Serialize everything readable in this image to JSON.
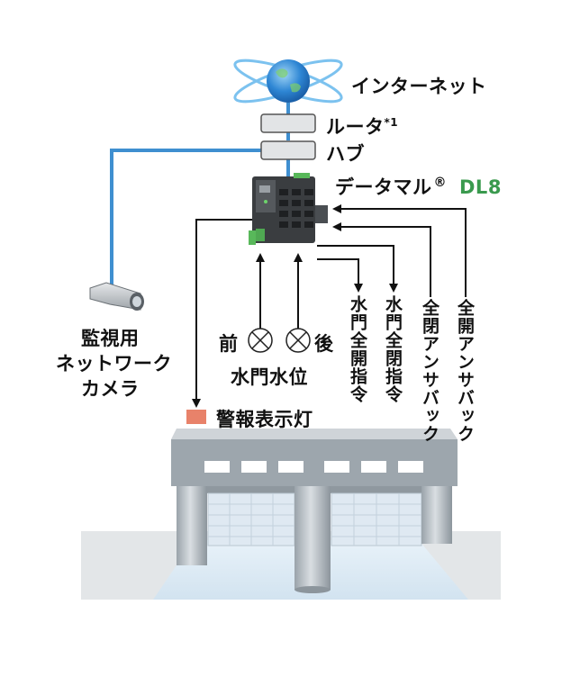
{
  "labels": {
    "internet": "インターネット",
    "router": "ルータ",
    "router_note": "*1",
    "hub": "ハブ",
    "datamaru": "データマル",
    "registered_mark": "®",
    "model": "DL8",
    "camera_line1": "監視用",
    "camera_line2": "ネットワーク",
    "camera_line3": "カメラ",
    "sensor_front": "前",
    "sensor_rear": "後",
    "water_level": "水門水位",
    "alarm_lamp": "警報表示灯",
    "out1": "水門全開指令",
    "out2": "水門全閉指令",
    "in1": "全閉アンサバック",
    "in2": "全開アンサバック"
  },
  "colors": {
    "accent_model": "#3a9a4e",
    "network_line": "#3f8fd0",
    "alarm_lamp": "#e8826a",
    "building": "#b4bbc0",
    "shutter": "#d6e6f2"
  },
  "icons": [
    "globe-icon",
    "router-box",
    "hub-box",
    "datamaru-device",
    "network-camera",
    "water-level-sensor",
    "alarm-lamp",
    "sluice-building"
  ]
}
